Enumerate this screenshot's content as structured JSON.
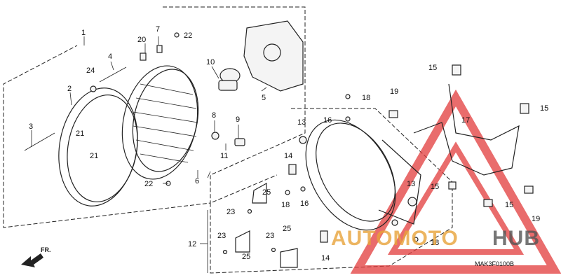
{
  "diagram": {
    "code": "MAK3F0100B",
    "direction_label": "FR.",
    "watermark": {
      "part1": "AUTOMOTO",
      "part2": "HUB",
      "color1": "#e8a33a",
      "color2": "#555555",
      "triangle_color": "#e23b3b"
    },
    "callouts": [
      "1",
      "2",
      "3",
      "4",
      "5",
      "6",
      "7",
      "8",
      "9",
      "10",
      "11",
      "12",
      "13",
      "13",
      "14",
      "14",
      "15",
      "15",
      "15",
      "15",
      "16",
      "16",
      "17",
      "18",
      "18",
      "18",
      "19",
      "19",
      "20",
      "21",
      "21",
      "22",
      "22",
      "23",
      "23",
      "23",
      "24",
      "25",
      "25",
      "25"
    ]
  }
}
